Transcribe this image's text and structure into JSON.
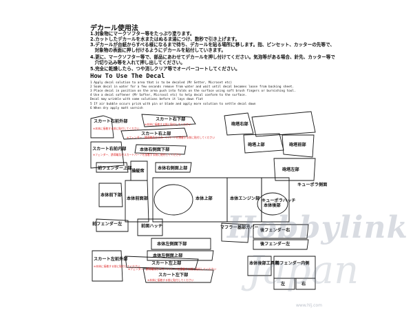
{
  "header": {
    "title": "デカール使用法",
    "jp_steps": [
      "1.対象物にマークソフター等をたっぷり塗ります。",
      "2.カットしたデカールを水またはぬるま湯につけ、数秒で引き上げます。",
      "3.デカールが台紙からすべる様になるまで待ち、デカールを貼る場所に移します。指、ピンセット、カッターの先等で、",
      "　対象物の表面に押し付けるようにデカールを貼付していきます。",
      "4.更に、マークソフター等で、部品にあわせてデカールを押し付けてください。気泡等がある場合、針先、カッター等で",
      "　穴切り込み等を入れて押し出してください。",
      "5.完全に乾燥したら、つや消しクリア等でオーバーコートしてください。"
    ]
  },
  "howto": {
    "title": "How To Use The Decal",
    "steps": [
      "1 Apply decal solution to area that is to be decaled (Mr Setter, Microset etc)",
      "2 Soak decal in water for a few seconds remove from water and wait until decal becomes loose from backing sheet.",
      "3 Place decal in position on the area push into folds on the surface using soft brush fingers or burnishing tool.",
      "4 Use a decal softener (Mr Softer, Microsol etc) to help decal conform to the surface.",
      "  Decal may wrinkle with some solutions before it lays down flat",
      "5 If air bubble occurs prick with pin or blade and apply more solution to settle decal down",
      "6 When dry apply matt varnish"
    ]
  },
  "parts": {
    "fender_front_right": "スカート右前外部",
    "skirt_right_bottom": "スカート右下部",
    "skirt_right_top": "スカート右上部",
    "fender_right": "砲塔右部",
    "skirt_front_inner": "スカート右前内部",
    "body_right_low": "本体右側面下部",
    "front_upper": "砲塔上部",
    "gun_upper": "砲塔前部",
    "front_cover": "前フェンダー上部",
    "body_right_side": "本体右側面上部",
    "visor": "操縦席",
    "turret_left": "砲塔左部",
    "cupola": "キューポラ側面",
    "body_front": "本体前下部",
    "body_front_upper": "本体前面部",
    "body_top": "本体上部",
    "engine_deck": "本体エンジン部",
    "rear": "本体後部",
    "cupola_hatch": "キューポラハッチ",
    "hatch_front": "前面ハッチ",
    "front_fender_left": "前フェンダー左",
    "muffler": "マフラー基部カバー",
    "rear_fender_right": "後フェンダー右",
    "rear_fender_left": "後フェンダー左",
    "body_left_low": "本体左側面下部",
    "body_left_side": "本体左側面上部",
    "skirt_left_front": "スカート左前外部",
    "skirt_left_top": "スカート左上部",
    "skirt_left_bottom": "スカート左下部",
    "rear_plate": "本体後部工具箱",
    "front_fender_inner": "前フェンダー内側",
    "left": "左",
    "right": "右"
  },
  "notes": {
    "n1": "※本体に接着する前に貼付してください",
    "n2": "※フェンダー、誘導輪及びスカートパーツを接着する前に貼付してください"
  },
  "watermark": {
    "brand": "Hobbylink",
    "sub": "Japan",
    "url": "www.hlj.com"
  }
}
